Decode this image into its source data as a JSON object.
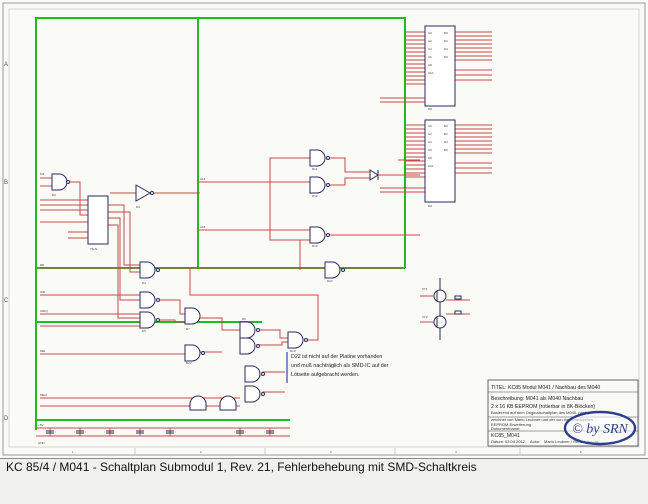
{
  "caption": "KC 85/4 / M041 - Schaltplan Submodul 1, Rev. 21, Fehlerbehebung mit SMD-Schaltkreis",
  "note": {
    "line1": "D22 ist nicht auf der Platine vorhanden",
    "line2": "und muß nachträglich als SMD-IC auf der",
    "line3": "Lötseite aufgebracht werden."
  },
  "title_block": {
    "title": "TITEL: KC85 Modul M041 / Nachbau des M040",
    "desc1": "Beschreibung: M041 als M040 Nachbau",
    "desc2": "2 x 16 KB EEPROM (rotierbar in 8K-Blöcken)",
    "desc3": "Basierend auf dem Originalschaltplan des M040, nachge-",
    "desc4": "zeichnet von Mario Leubner und der von ihm entwickelten",
    "desc5": "EEPROM-Erweiterung.",
    "filename_label": "Dokumentname:",
    "filename": "KC85_M041",
    "date_label": "Datum:",
    "date": "03.04.2012",
    "author_label": "Autor:",
    "author": "Mario Leubner / René Nitzsche"
  },
  "rulers": {
    "rows": [
      "A",
      "B",
      "C",
      "D"
    ],
    "cols": [
      "1",
      "2",
      "3",
      "4",
      "5"
    ]
  },
  "watermark": "© by SRN",
  "colors": {
    "power": "#22bb22",
    "wire": "#c84848",
    "component": "#2a2a5a",
    "watermark_border": "#2f3f8f"
  }
}
